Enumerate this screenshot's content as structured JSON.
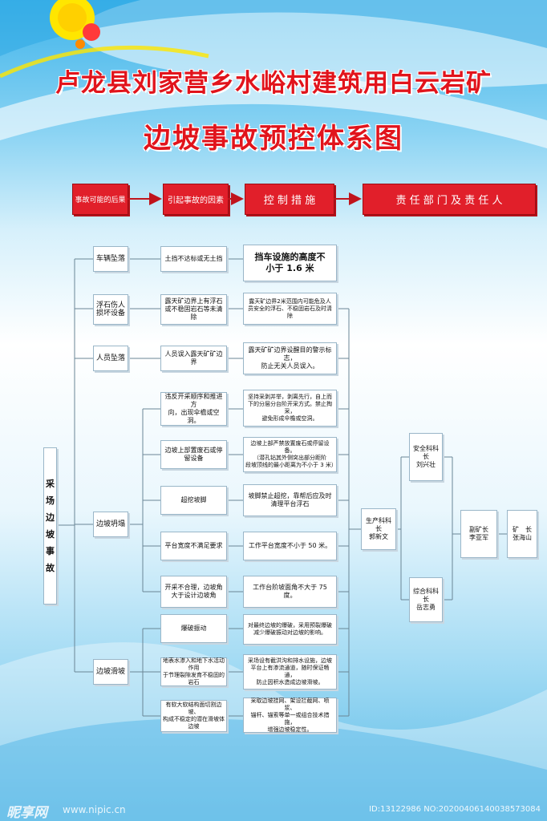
{
  "title": {
    "line1": "卢龙县刘家营乡水峪村建筑用白云岩矿",
    "line2": "边坡事故预控体系图"
  },
  "headers": [
    "事故可能的后果",
    "引起事故的因素",
    "控 制 措 施",
    "责 任 部 门 及 责 任 人"
  ],
  "root": "采\n场\n边\n坡\n事\n故",
  "consequences": [
    "车辆坠落",
    "浮石伤人\n损坏设备",
    "人员坠落",
    "边坡坍塌",
    "边坡滑坡"
  ],
  "factors": [
    "土挡不达标或无土挡",
    "露天矿边界上有浮石\n或不稳固岩石等未清除",
    "人员误入露天矿矿边界",
    "违反开采顺序和推进方\n向，出现伞檐或空洞。",
    "边坡上部置废石或停留设备",
    "超挖坡脚",
    "平台宽度不满足要求",
    "开采不合理，边坡角\n大于设计边坡角",
    "爆破振动",
    "地表水渗入和地下水活动作用\n于节理裂隙发育不稳固的岩石",
    "有软大软结构面切割边坡、\n构成不稳定的潜在滑坡体边坡"
  ],
  "measures": [
    "挡车设施的高度不\n小于 1.6 米",
    "露天矿边界2米范围内可能危及人\n员安全的浮石、不稳固岩石及时清除",
    "露天矿矿边界设醒目的警示标志，\n防止无关人员误入。",
    "坚持采剥并举，剥离先行，自上而\n下的分层分台阶开采方式。禁止掏采，\n避免形成伞檐或空洞。",
    "边坡上部严禁放置废石或停留设备。\n（潜孔钻其外侧突出部分距阶\n段坡顶线的最小距离为不小于 3 米）",
    "坡脚禁止超挖，靠帮后应及时\n清理平台浮石",
    "工作平台宽度不小于 50 米。",
    "工作台阶坡面角不大于 75 度。",
    "对最终边坡的爆破，采用预裂爆破\n减少爆破振动对边坡的影响。",
    "采场设有截洪沟和排水设施，边坡\n平台上有渗流通道，随时保证畅通，\n防止因积水造成边坡滑坡。",
    "采取边坡挂网、架设拦截网、喷浆、\n锚杆、锚索等单一或组合技术措施，\n增强边坡稳定性。"
  ],
  "responsibility": {
    "production": "生产科科长\n郭新文",
    "safety": "安全科科长\n刘兴壮",
    "general": "综合科科长\n岳志勇",
    "deputy": "副矿长\n李亚军",
    "head": "矿　长\n张海山"
  },
  "watermark": {
    "logo": "昵享网",
    "url": "www.nipic.cn",
    "id": "ID:13122986 NO:20200406140038573084"
  },
  "colors": {
    "header_red": "#e11f2a",
    "title_red": "#e1141c"
  }
}
